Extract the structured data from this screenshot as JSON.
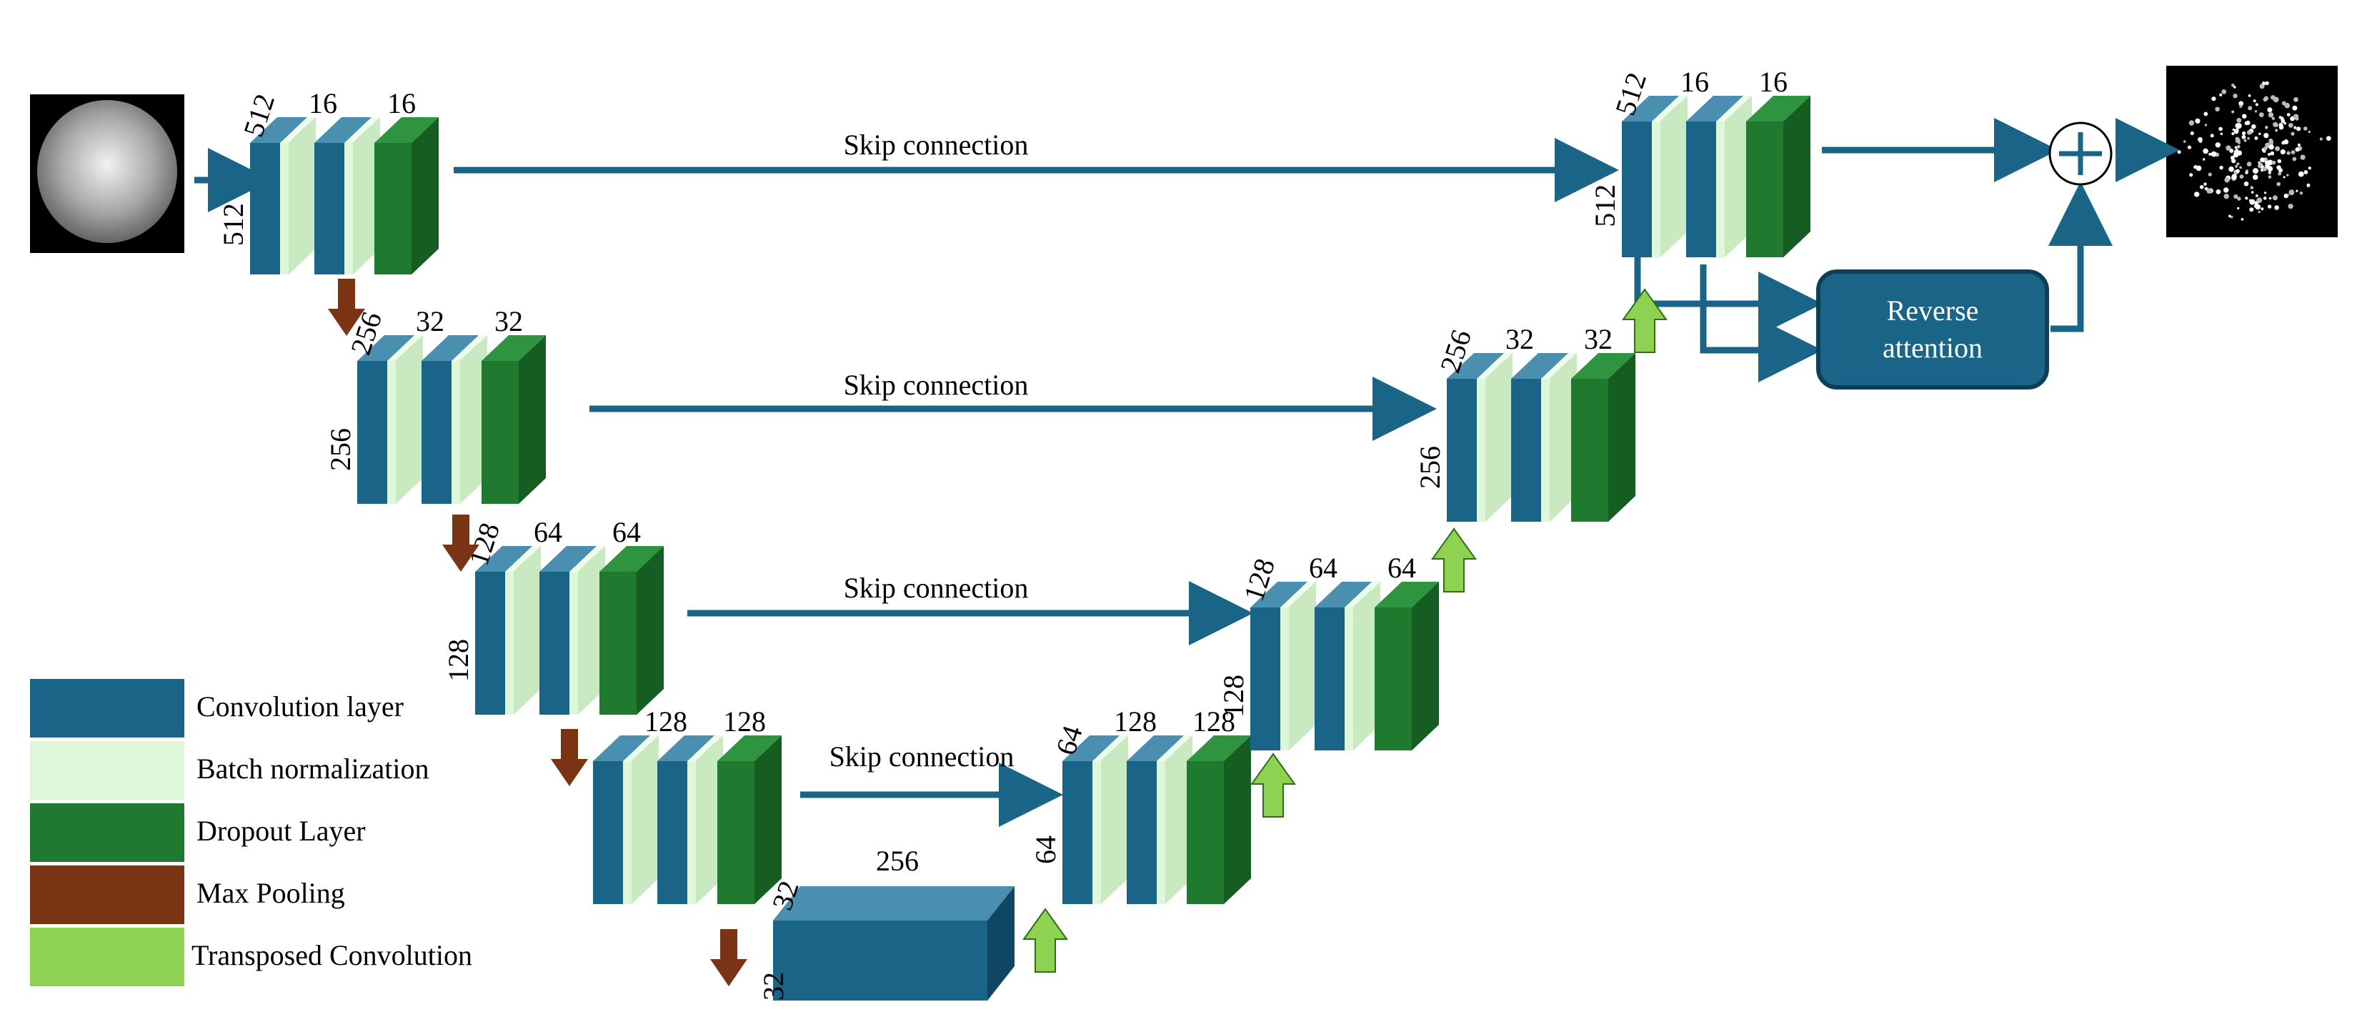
{
  "colors": {
    "conv": "#1a6487",
    "conv_top": "#4a8fb0",
    "conv_side": "#0f4763",
    "batch": "#dff7d9",
    "dropout": "#1f7a2f",
    "maxpool": "#7a3414",
    "transposed": "#8fd150",
    "arrow": "#1a6487",
    "ra_fill": "#1a6487",
    "ra_stroke": "#0f3f58"
  },
  "skip_labels": [
    "Skip connection",
    "Skip connection",
    "Skip connection",
    "Skip connection"
  ],
  "reverse_attention": {
    "line1": "Reverse",
    "line2": "attention"
  },
  "legend": [
    {
      "label": "Convolution layer",
      "color_key": "conv",
      "icon": "convolution-swatch"
    },
    {
      "label": "Batch normalization",
      "color_key": "batch",
      "icon": "batch-norm-swatch"
    },
    {
      "label": "Dropout Layer",
      "color_key": "dropout",
      "icon": "dropout-swatch"
    },
    {
      "label": "Max Pooling",
      "color_key": "maxpool",
      "icon": "max-pooling-swatch"
    },
    {
      "label": "Transposed Convolution",
      "color_key": "transposed",
      "icon": "transposed-conv-swatch"
    }
  ],
  "blocks": [
    {
      "id": "enc1",
      "side": "512",
      "depth": "512",
      "ch1": "16",
      "ch2": "16"
    },
    {
      "id": "enc2",
      "side": "256",
      "depth": "256",
      "ch1": "32",
      "ch2": "32"
    },
    {
      "id": "enc3",
      "side": "128",
      "depth": "128",
      "ch1": "64",
      "ch2": "64"
    },
    {
      "id": "enc4",
      "side": "",
      "depth": "",
      "ch1": "128",
      "ch2": "128"
    },
    {
      "id": "dec4",
      "side": "64",
      "depth": "64",
      "ch1": "128",
      "ch2": "128"
    },
    {
      "id": "dec3",
      "side": "128",
      "depth": "128",
      "ch1": "64",
      "ch2": "64"
    },
    {
      "id": "dec2",
      "side": "256",
      "depth": "256",
      "ch1": "32",
      "ch2": "32"
    },
    {
      "id": "dec1",
      "side": "512",
      "depth": "512",
      "ch1": "16",
      "ch2": "16"
    }
  ],
  "bottleneck": {
    "top": "256",
    "left1": "32",
    "left2": "32"
  },
  "images": {
    "input": "input-grayscale-image",
    "output": "output-segmentation-image"
  },
  "icons": {
    "sum": "plus-circle-icon"
  }
}
